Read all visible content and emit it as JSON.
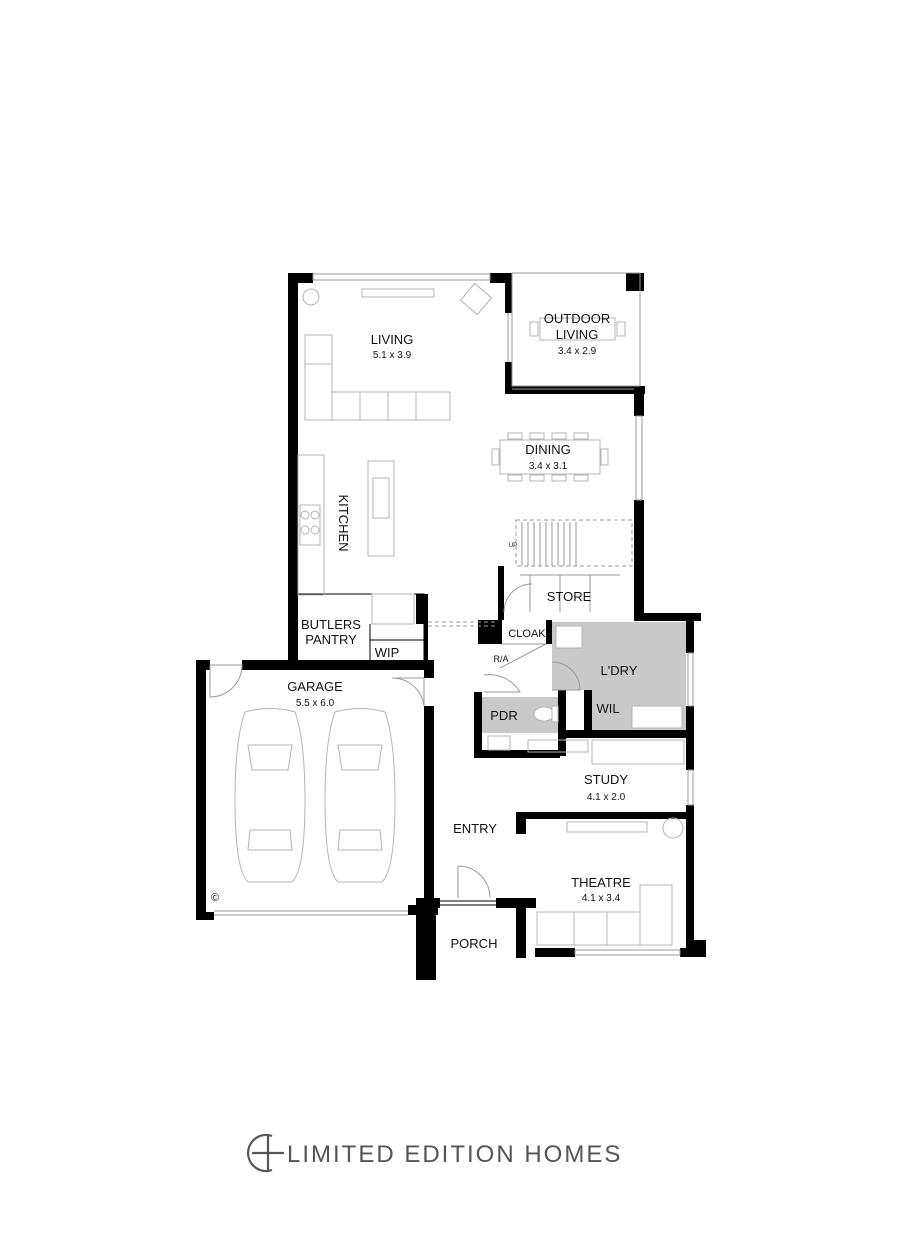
{
  "rooms": {
    "living": {
      "name": "LIVING",
      "dim": "5.1 x 3.9"
    },
    "outdoor": {
      "name_line1": "OUTDOOR",
      "name_line2": "LIVING",
      "dim": "3.4 x 2.9"
    },
    "dining": {
      "name": "DINING",
      "dim": "3.4 x 3.1"
    },
    "kitchen": {
      "name": "KITCHEN"
    },
    "store": {
      "name": "STORE"
    },
    "butlers": {
      "name_line1": "BUTLERS",
      "name_line2": "PANTRY"
    },
    "wip": {
      "name": "WIP"
    },
    "cloak": {
      "name": "CLOAK"
    },
    "ra": {
      "name": "R/A"
    },
    "laundry": {
      "name": "L'DRY"
    },
    "pdr": {
      "name": "PDR"
    },
    "wil": {
      "name": "WIL"
    },
    "garage": {
      "name": "GARAGE",
      "dim": "5.5 x 6.0"
    },
    "study": {
      "name": "STUDY",
      "dim": "4.1 x 2.0"
    },
    "entry": {
      "name": "ENTRY"
    },
    "theatre": {
      "name": "THEATRE",
      "dim": "4.1 x 3.4"
    },
    "porch": {
      "name": "PORCH"
    }
  },
  "stairs": {
    "up": "UP"
  },
  "copyright_mark": "©",
  "brand": {
    "name": "LIMITED EDITION HOMES"
  }
}
